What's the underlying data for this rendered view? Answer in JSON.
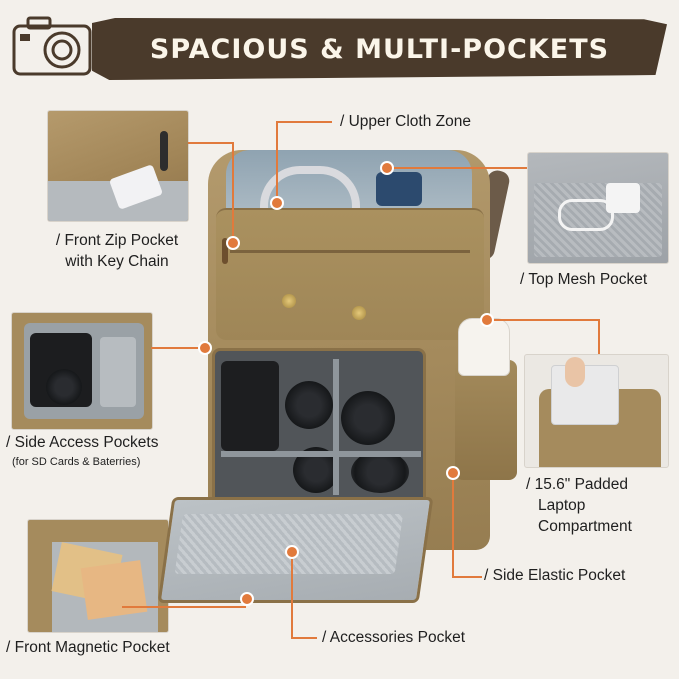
{
  "header": {
    "title": "SPACIOUS & MULTI-POCKETS"
  },
  "callouts": {
    "upper_cloth_zone": "/ Upper Cloth Zone",
    "front_zip_pocket_line1": "/ Front Zip Pocket",
    "front_zip_pocket_line2": "with Key Chain",
    "top_mesh_pocket": "/ Top Mesh Pocket",
    "side_access_pockets": "/ Side Access Pockets",
    "side_access_note": "(for SD Cards & Baterries)",
    "laptop_line1": "/ 15.6\" Padded",
    "laptop_line2": "Laptop",
    "laptop_line3": "Compartment",
    "side_elastic_pocket": "/ Side Elastic Pocket",
    "accessories_pocket": "/ Accessories Pocket",
    "front_magnetic_pocket": "/ Front Magnetic Pocket"
  },
  "colors": {
    "accent": "#e17a3c",
    "banner": "#4a3a2b",
    "canvas": "#a58b5d",
    "background": "#f3f0eb"
  },
  "icons": {
    "header_icon": "camera-icon"
  }
}
